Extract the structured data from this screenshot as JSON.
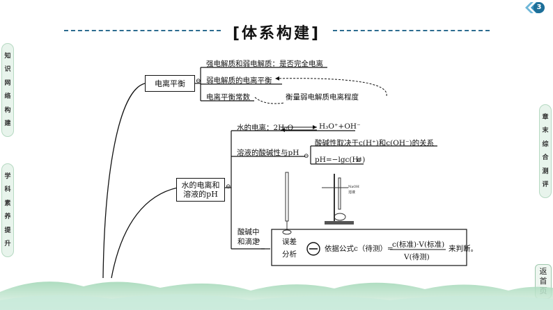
{
  "header": {
    "title": "[体系构建]",
    "page_number": "3"
  },
  "left_tabs": [
    {
      "chars": [
        "知",
        "识",
        "网",
        "络",
        "构",
        "建"
      ]
    },
    {
      "chars": [
        "学",
        "科",
        "素",
        "养",
        "提",
        "升"
      ]
    }
  ],
  "right_tabs": [
    {
      "chars": [
        "章",
        "末",
        "综",
        "合",
        "测",
        "评"
      ]
    }
  ],
  "return_button": {
    "chars": [
      "返",
      "首",
      "页"
    ]
  },
  "map": {
    "node1": "电离平衡",
    "node1_items": {
      "a": "强电解质和弱电解质：是否完全电离",
      "b": "弱电解质的电离平衡",
      "c": "电离平衡常数",
      "note": "衡量弱电解质电离程度"
    },
    "node2_line1": "水的电离和",
    "node2_line2": "溶液的pH",
    "water": {
      "label": "水的电离：2H₂O",
      "product": "H₃O⁺+OH⁻"
    },
    "acidity": {
      "label": "溶液的酸碱性与pH",
      "line1": "酸碱性取决于c(H⁺)和c(OH⁻)的关系",
      "line2": "pH=−lgc(H⁺)"
    },
    "titration": {
      "label1": "酸碱中",
      "label2": "和滴定",
      "naoh": "NaOH",
      "naoh2": "溶液",
      "err1": "误差",
      "err2": "分析",
      "formula_lead": "依据公式c（待测）=",
      "numerator": "c(标准)·V(标准)",
      "denominator": "V(待测)",
      "formula_tail": "来判断。"
    },
    "circle_minus": "⊖",
    "circle_plus": "⊕"
  }
}
